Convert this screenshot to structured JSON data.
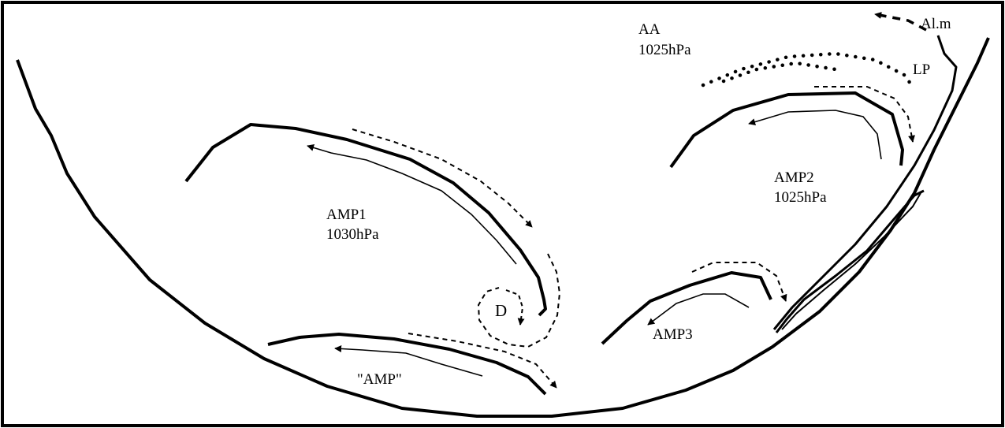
{
  "colors": {
    "ink": "#000000",
    "background": "#ffffff"
  },
  "labels": {
    "aa_name": "AA",
    "aa_pressure": "1025hPa",
    "almohadilla": "Al.m",
    "lp": "LP",
    "amp1_name": "AMP1",
    "amp1_pressure": "1030hPa",
    "amp2_name": "AMP2",
    "amp2_pressure": "1025hPa",
    "amp3": "AMP3",
    "depression": "D",
    "amp_quoted": "\"AMP\""
  }
}
